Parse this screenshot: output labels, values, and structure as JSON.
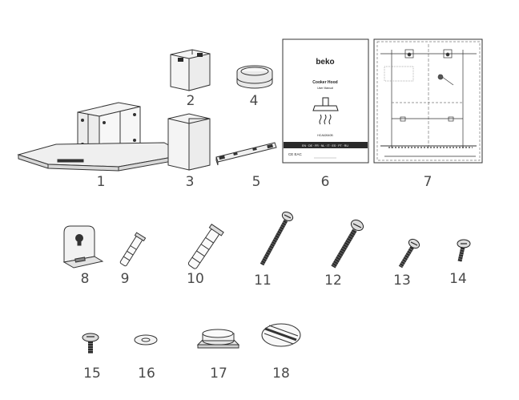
{
  "parts": [
    {
      "id": "part-1",
      "label": "1",
      "desc": "cooker-hood-body"
    },
    {
      "id": "part-2",
      "label": "2",
      "desc": "upper-chimney"
    },
    {
      "id": "part-3",
      "label": "3",
      "desc": "lower-chimney"
    },
    {
      "id": "part-4",
      "label": "4",
      "desc": "air-outlet-flange"
    },
    {
      "id": "part-5",
      "label": "5",
      "desc": "chimney-bracket"
    },
    {
      "id": "part-6",
      "label": "6",
      "desc": "user-manual"
    },
    {
      "id": "part-7",
      "label": "7",
      "desc": "installation-template"
    },
    {
      "id": "part-8",
      "label": "8",
      "desc": "hanging-bracket"
    },
    {
      "id": "part-9",
      "label": "9",
      "desc": "small-wall-plug"
    },
    {
      "id": "part-10",
      "label": "10",
      "desc": "large-wall-plug"
    },
    {
      "id": "part-11",
      "label": "11",
      "desc": "long-screw"
    },
    {
      "id": "part-12",
      "label": "12",
      "desc": "long-screw-thick"
    },
    {
      "id": "part-13",
      "label": "13",
      "desc": "medium-screw"
    },
    {
      "id": "part-14",
      "label": "14",
      "desc": "short-screw"
    },
    {
      "id": "part-15",
      "label": "15",
      "desc": "flange-screw"
    },
    {
      "id": "part-16",
      "label": "16",
      "desc": "washer"
    },
    {
      "id": "part-17",
      "label": "17",
      "desc": "adapter-flange"
    },
    {
      "id": "part-18",
      "label": "18",
      "desc": "backflow-valve"
    }
  ],
  "manual": {
    "brand": "beko",
    "title": "Cooker Hood",
    "subtitle": "User Manual",
    "model": "HCA62640B",
    "languages": "EN · DE · FR · NL · IT · ES · PT · RU",
    "ce_mark": "CE EAC"
  },
  "colors": {
    "line": "#333333",
    "label": "#4a4a4a",
    "steel": "#e6e6e6",
    "dark": "#2a2a2a"
  }
}
